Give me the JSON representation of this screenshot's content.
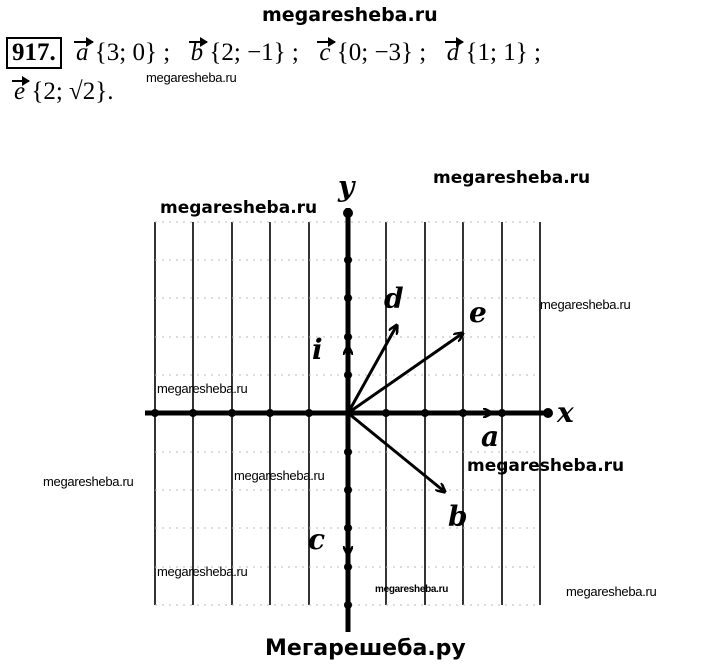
{
  "header_watermark": "megaresheba.ru",
  "task": {
    "number": "917.",
    "vectors": [
      {
        "name": "a",
        "coords": "{3; 0} ;"
      },
      {
        "name": "b",
        "coords": "{2; −1} ;"
      },
      {
        "name": "c",
        "coords": "{0; −3} ;"
      },
      {
        "name": "d",
        "coords": "{1; 1} ;"
      },
      {
        "name": "e",
        "coords": "{2; √2}."
      }
    ]
  },
  "diagram": {
    "axis_x": "x",
    "axis_y": "y",
    "labels": {
      "a": "a",
      "b": "b",
      "c": "c",
      "d": "d",
      "e": "e",
      "i": "i"
    }
  },
  "watermarks": [
    "megaresheba.ru",
    "megaresheba.ru",
    "megaresheba.ru",
    "megaresheba.ru",
    "megaresheba.ru",
    "megaresheba.ru",
    "megaresheba.ru",
    "megaresheba.ru",
    "megaresheba.ru",
    "megaresheba.ru",
    "megaresheba.ru"
  ],
  "footer": "Мегарешеба.ру"
}
